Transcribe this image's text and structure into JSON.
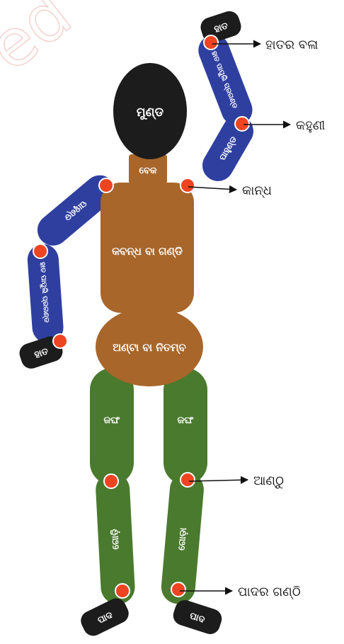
{
  "parts": {
    "head": "ମୁଣ୍ଡ",
    "neck": "ବେକ",
    "torso": "କବନ୍ଧ ବା ଗଣ୍ଡି",
    "pelvis": "ଅଣ୍ଟା ବା ନିତମ୍ବ",
    "upper_arm_right": "ପାହୁଣ୍ଡ",
    "upper_arm_left": "ପାହୁଣ୍ଡ",
    "forearm_right": "ହାତ ପାପୁଲି ପ୍ରଗଣ୍ଡ",
    "forearm_left": "ହାତ ପାପୁଲି ପ୍ରଗଣ୍ଡ",
    "hand_top": "ହାତ",
    "hand_bottom": "ହାତ",
    "thigh_left": "ଜଙ୍ଘ",
    "thigh_right": "ଜଙ୍ଘ",
    "shin_left": "ଗୋଡ଼ି",
    "shin_right": "ଗୋଡ଼ା",
    "foot_left": "ପାଦ",
    "foot_right": "ପାଦ"
  },
  "joints": {
    "wrist": "ହାତର ବଳା",
    "elbow": "କହୁଣୀ",
    "shoulder": "କାନ୍ଧ",
    "knee": "ଆଣ୍ଠୁ",
    "ankle": "ପାଦର ଗଣ୍ଠି"
  },
  "watermark": "ed",
  "colors": {
    "head": "#1c1c1c",
    "torso": "#a8662a",
    "arm": "#2f3fa0",
    "leg": "#4a7a2e",
    "extremity": "#1c1c1c",
    "joint": "#ee4422",
    "joint_stroke": "#ffffff"
  }
}
